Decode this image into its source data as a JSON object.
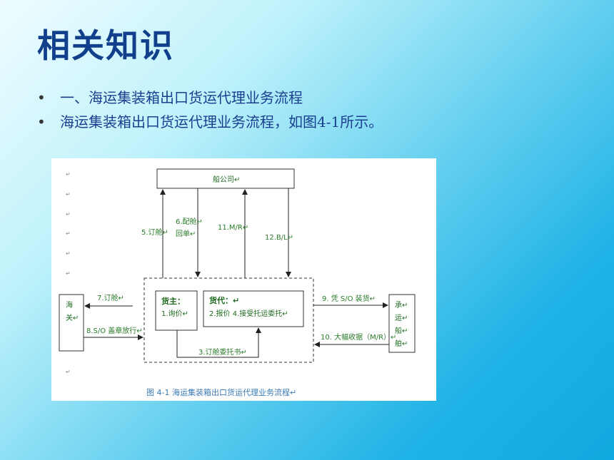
{
  "slide": {
    "title": "相关知识",
    "bullets": [
      "一、海运集装箱出口货运代理业务流程",
      "海运集装箱出口货运代理业务流程，如图4-1所示。"
    ]
  },
  "diagram": {
    "nodes": {
      "shipping_company": "船公司↵",
      "customs": [
        "海",
        "关↵"
      ],
      "carrier": [
        "承↵",
        "运↵",
        "船↵",
        "舶↵"
      ],
      "shipper_title": "货主：",
      "shipper_step": "1.询价↵",
      "forwarder_title": "货代：↵",
      "forwarder_steps": "2.报价 4.接受托运委托↵"
    },
    "edges": {
      "e5": "5.订舱↵",
      "e6_line1": "6.配舱↵",
      "e6_line2": "回单↵",
      "e11": "11.M/R↵",
      "e12": "12.B/L↵",
      "e7": "7.订舱↵",
      "e8": "8.S/O 盖章放行↵",
      "e3": "3.订舱委托书↵",
      "e9": "9. 凭 S/O 装货↵",
      "e10": "10. 大幅收据（M/R）↵"
    },
    "paragraph_mark": "↵",
    "caption": "图 4-1 海运集装箱出口货运代理业务流程↵"
  }
}
